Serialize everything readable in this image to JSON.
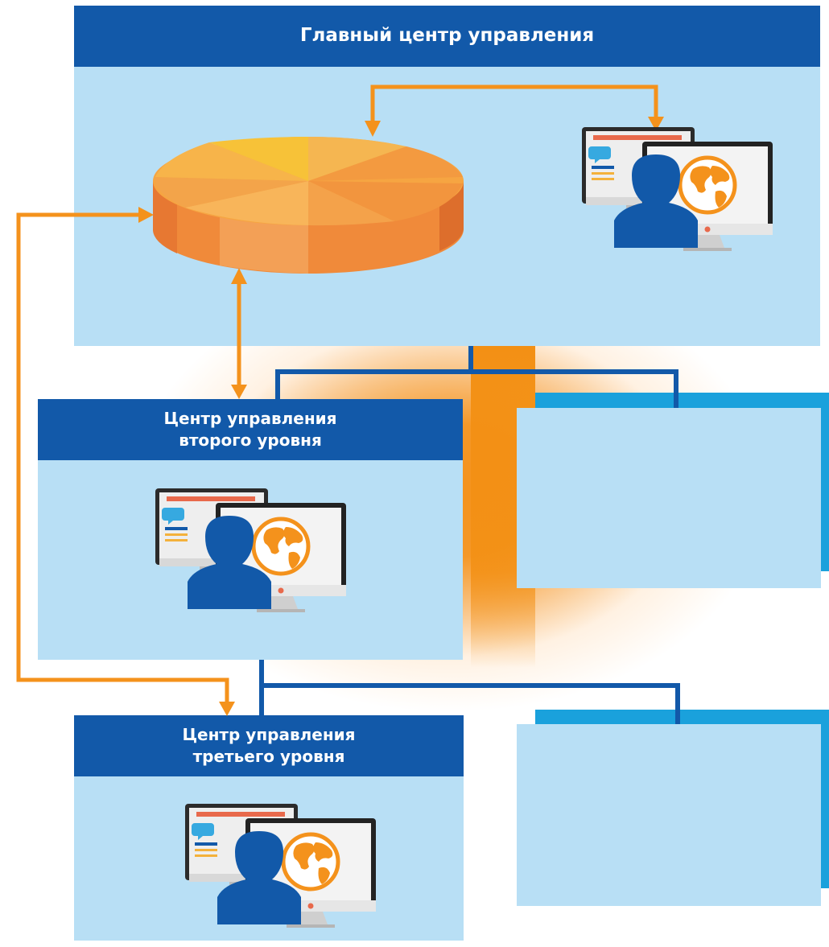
{
  "main_center": {
    "title": "Главный центр управления"
  },
  "second_level": {
    "title_line1": "Центр управления",
    "title_line2": "второго уровня"
  },
  "third_level": {
    "title_line1": "Центр управления",
    "title_line2": "третьего уровня"
  },
  "colors": {
    "header_blue": "#1259a9",
    "panel_light_blue": "#b8dff5",
    "side_tab_blue": "#1aa1dc",
    "arrow_orange": "#f4921c",
    "connector_blue": "#1259a9"
  },
  "icons": [
    "database-disk-icon",
    "operator-workstation-icon",
    "globe-icon",
    "chat-bubble-icon"
  ]
}
